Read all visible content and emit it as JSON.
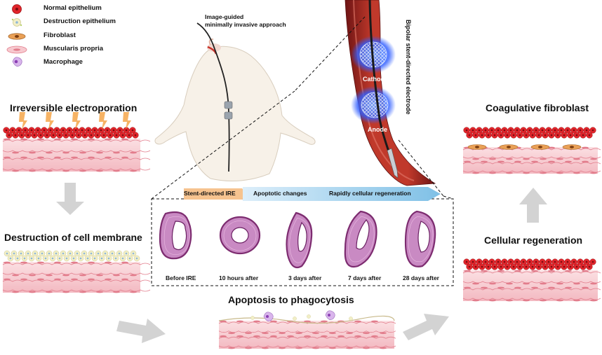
{
  "legend": {
    "items": [
      {
        "label": "Normal epithelium",
        "icon": "normal-epithelium-cell-icon"
      },
      {
        "label": "Destruction epithelium",
        "icon": "destruction-epithelium-cell-icon"
      },
      {
        "label": "Fibroblast",
        "icon": "fibroblast-cell-icon"
      },
      {
        "label": "Muscularis propria",
        "icon": "muscularis-propria-icon"
      },
      {
        "label": "Macrophage",
        "icon": "macrophage-cell-icon"
      }
    ]
  },
  "steps": {
    "irreversible": "Irreversible electroporation",
    "destruction": "Destruction of cell membrane",
    "apoptosis": "Apoptosis to phagocytosis",
    "regeneration": "Cellular regeneration",
    "coagulative": "Coagulative fibroblast"
  },
  "top_center": {
    "image_guided_line1": "Image-guided",
    "image_guided_line2": "minimally  invasive approach"
  },
  "electrode": {
    "title": "Bipolar stent-directed electrode",
    "cathode": "Cathode",
    "anode": "Anode"
  },
  "timeline": {
    "stent_directed": "Stent-directed IRE",
    "apoptotic": "Apoptotic changes",
    "regeneration": "Rapidly cellular regeneration"
  },
  "histology": {
    "labels": [
      "Before IRE",
      "10 hours after",
      "3 days after",
      "7 days after",
      "28 days after"
    ]
  },
  "colors": {
    "epithelium_red": "#e0252b",
    "muscle_pink": "#f7c9cf",
    "fibroblast": "#e9a056",
    "histology_purple": "#9b3f8c",
    "arrow_gray": "#d3d3d3",
    "electrode_blue": "#2f5dff"
  }
}
